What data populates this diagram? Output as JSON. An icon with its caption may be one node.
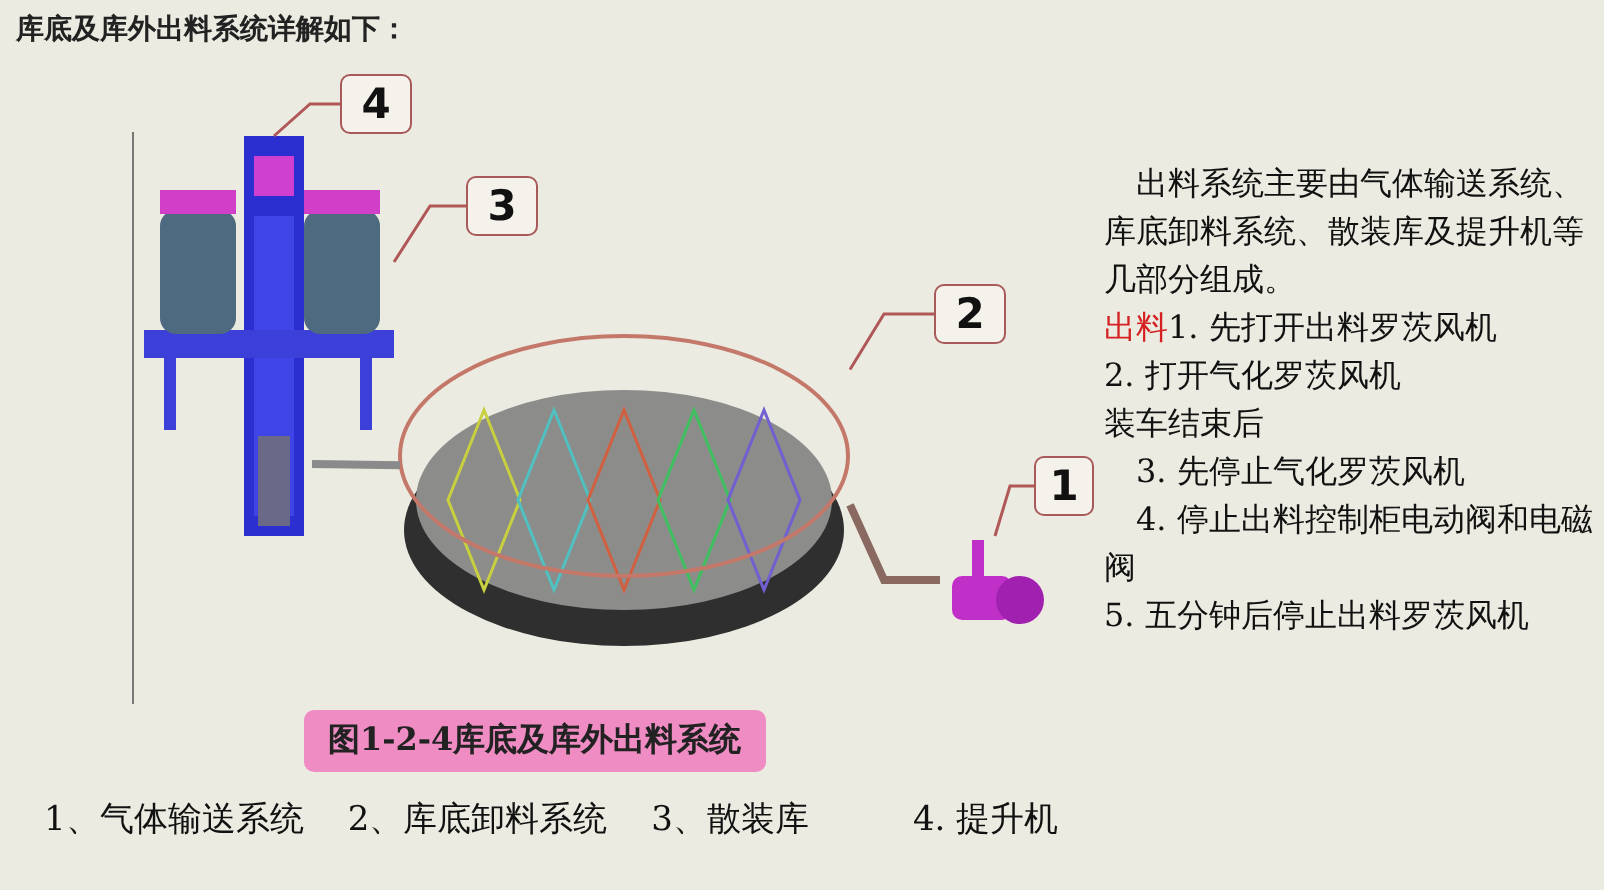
{
  "diagram": {
    "title": "库底及库外出料系统详解如下：",
    "caption": "图1-2-4库底及库外出料系统",
    "nodes": [
      {
        "text": [
          "4"
        ]
      },
      {
        "text": [
          "3"
        ]
      },
      {
        "text": [
          "2"
        ]
      },
      {
        "text": [
          "1"
        ]
      },
      {
        "text": [],
        "shape": "picture"
      },
      {
        "text": [],
        "shape": "picture"
      },
      {
        "text": [],
        "shape": "picture"
      },
      {
        "text": [],
        "shape": "picture"
      }
    ],
    "edges": [
      {
        "from": 0,
        "to": 4,
        "arrow": "none"
      },
      {
        "from": 1,
        "to": 5,
        "arrow": "none"
      },
      {
        "from": 2,
        "to": 6,
        "arrow": "none"
      },
      {
        "from": 3,
        "to": 7,
        "arrow": "none"
      },
      {
        "from": 6,
        "to": 7,
        "arrow": "none",
        "style": "thick",
        "color": "#8a6a60"
      },
      {
        "from": 4,
        "to": 6,
        "arrow": "none",
        "style": "thick",
        "color": "#8a8a8a"
      }
    ],
    "labels": [
      "出料系统主要由气体输送系统、库底卸料系统、散装库及提升机等几部分组成。",
      "出料",
      "1. 先打开出料罗茨风机",
      "2. 打开气化罗茨风机",
      "装车结束后",
      "3. 先停止气化罗茨风机",
      "4. 停止出料控制柜电动阀和电磁阀",
      "5. 五分钟后停止出料罗茨风机",
      "1、气体输送系统",
      "2、库底卸料系统",
      "3、散装库",
      "4. 提升机"
    ]
  }
}
